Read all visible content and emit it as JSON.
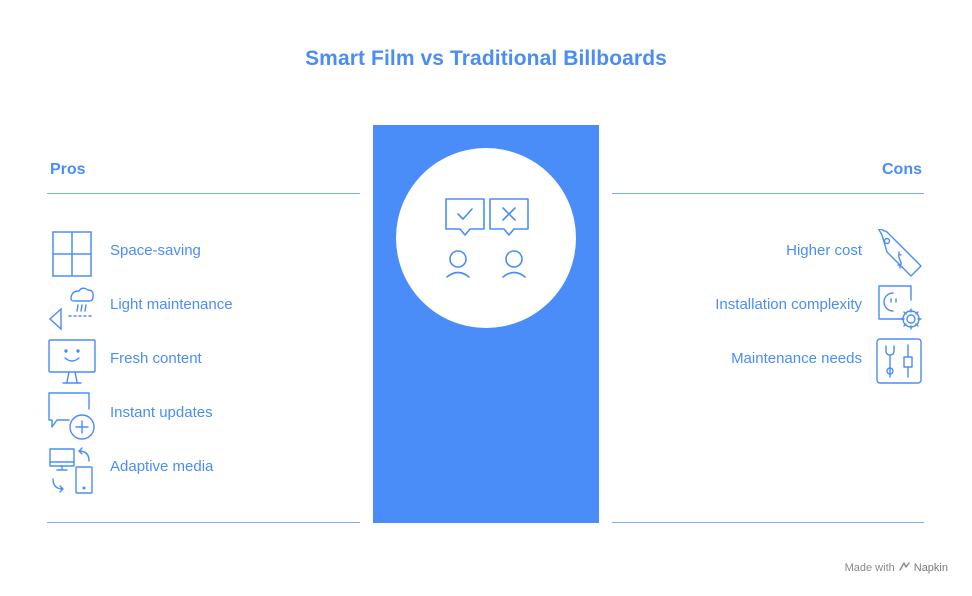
{
  "title": "Smart Film vs Traditional Billboards",
  "pros": {
    "heading": "Pros",
    "items": [
      {
        "label": "Space-saving",
        "icon": "window-icon"
      },
      {
        "label": "Light maintenance",
        "icon": "cleaning-icon"
      },
      {
        "label": "Fresh content",
        "icon": "monitor-smile-icon"
      },
      {
        "label": "Instant updates",
        "icon": "chat-add-icon"
      },
      {
        "label": "Adaptive media",
        "icon": "devices-sync-icon"
      }
    ]
  },
  "cons": {
    "heading": "Cons",
    "items": [
      {
        "label": "Higher cost",
        "icon": "price-tag-icon"
      },
      {
        "label": "Installation complexity",
        "icon": "plug-gear-icon"
      },
      {
        "label": "Maintenance needs",
        "icon": "tools-icon"
      }
    ]
  },
  "center": {
    "icon": "two-people-approve-reject-icon"
  },
  "footer": {
    "text": "Made with",
    "brand": "Napkin"
  },
  "colors": {
    "accent": "#4a8df8",
    "line": "#7aacf7",
    "panel": "#4a8df8"
  }
}
